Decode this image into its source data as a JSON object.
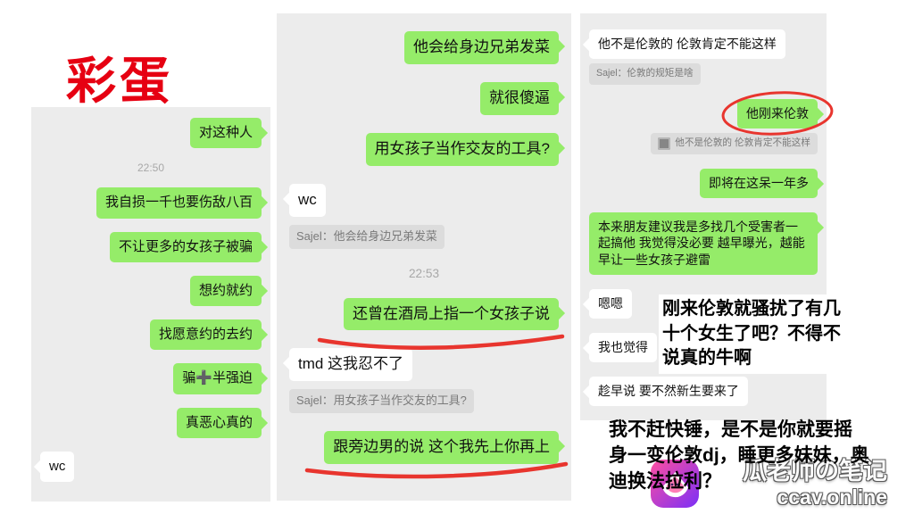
{
  "title": "彩蛋",
  "colors": {
    "bubble_green": "#95ec69",
    "panel_background": "#ececec",
    "annotation_red": "#e8352e",
    "title_red": "#e60012",
    "watermark_gradient_start": "#ff4fa0",
    "watermark_gradient_end": "#7b2ff7"
  },
  "panel1": {
    "messages": [
      {
        "type": "sent",
        "text": "对这种人"
      },
      {
        "type": "time",
        "text": "22:50"
      },
      {
        "type": "sent",
        "text": "我自损一千也要伤敌八百"
      },
      {
        "type": "sent",
        "text": "不让更多的女孩子被骗"
      },
      {
        "type": "sent",
        "text": "想约就约"
      },
      {
        "type": "sent",
        "text": "找愿意约的去约"
      },
      {
        "type": "sent",
        "text": "骗➕半强迫"
      },
      {
        "type": "sent",
        "text": "真恶心真的"
      },
      {
        "type": "received",
        "text": "wc"
      }
    ]
  },
  "panel2": {
    "messages": [
      {
        "type": "sent",
        "text": "他会给身边兄弟发菜"
      },
      {
        "type": "sent",
        "text": "就很傻逼"
      },
      {
        "type": "sent",
        "text": "用女孩子当作交友的工具?"
      },
      {
        "type": "received",
        "text": "wc"
      },
      {
        "type": "quote",
        "text": "Sajel：他会给身边兄弟发菜"
      },
      {
        "type": "time",
        "text": "22:53"
      },
      {
        "type": "sent",
        "text": "还曾在酒局上指一个女孩子说"
      },
      {
        "type": "received",
        "text": "tmd 这我忍不了"
      },
      {
        "type": "quote",
        "text": "Sajel：用女孩子当作交友的工具?"
      },
      {
        "type": "sent",
        "text": "跟旁边男的说 这个我先上你再上"
      }
    ]
  },
  "panel3": {
    "messages": [
      {
        "type": "received",
        "text": "他不是伦敦的 伦敦肯定不能这样"
      },
      {
        "type": "quote",
        "text": "Sajel：伦敦的规矩是啥"
      },
      {
        "type": "sent",
        "text": "他刚来伦敦"
      },
      {
        "type": "quote_with_image",
        "text": "他不是伦敦的 伦敦肯定不能这样"
      },
      {
        "type": "sent",
        "text": "即将在这呆一年多"
      },
      {
        "type": "sent",
        "text": "本来朋友建议我是多找几个受害者一起搞他 我觉得没必要 越早曝光，越能早让一些女孩子避雷"
      },
      {
        "type": "received",
        "text": "嗯嗯"
      },
      {
        "type": "received",
        "text": "我也觉得"
      },
      {
        "type": "received",
        "text": "趁早说 要不然新生要来了"
      }
    ]
  },
  "annotations": {
    "note1": "刚来伦敦就骚扰了有几十个女生了吧？不得不说真的牛啊",
    "note2": "我不赶快锤，是不是你就要摇身一变伦敦dj，睡更多妹妹，奥迪换法拉利？"
  },
  "watermark": {
    "name": "瓜老师の笔记",
    "site": "ccav.online"
  }
}
